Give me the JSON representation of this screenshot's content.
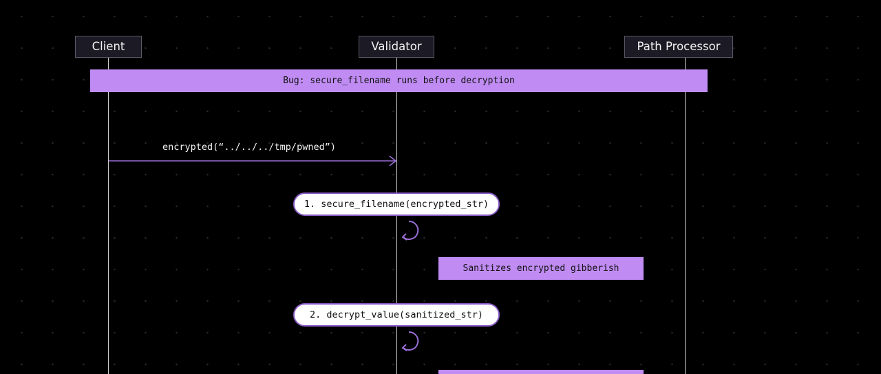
{
  "participants": [
    {
      "name": "Client"
    },
    {
      "name": "Validator"
    },
    {
      "name": "Path Processor"
    }
  ],
  "notes": {
    "bug": "Bug: secure_filename runs before decryption",
    "sanitizes": "Sanitizes encrypted gibberish"
  },
  "messages": [
    {
      "label": "encrypted(“../../../tmp/pwned”)",
      "from": "Client",
      "to": "Validator"
    }
  ],
  "steps": [
    {
      "label": "1. secure_filename(encrypted_str)"
    },
    {
      "label": "2. decrypt_value(sanitized_str)"
    }
  ],
  "colors": {
    "accent": "#c08cf3",
    "arrow": "#9b6fd8",
    "lifeline": "#cfcfcf",
    "actor_bg": "#1c1b25",
    "background": "#000000"
  }
}
